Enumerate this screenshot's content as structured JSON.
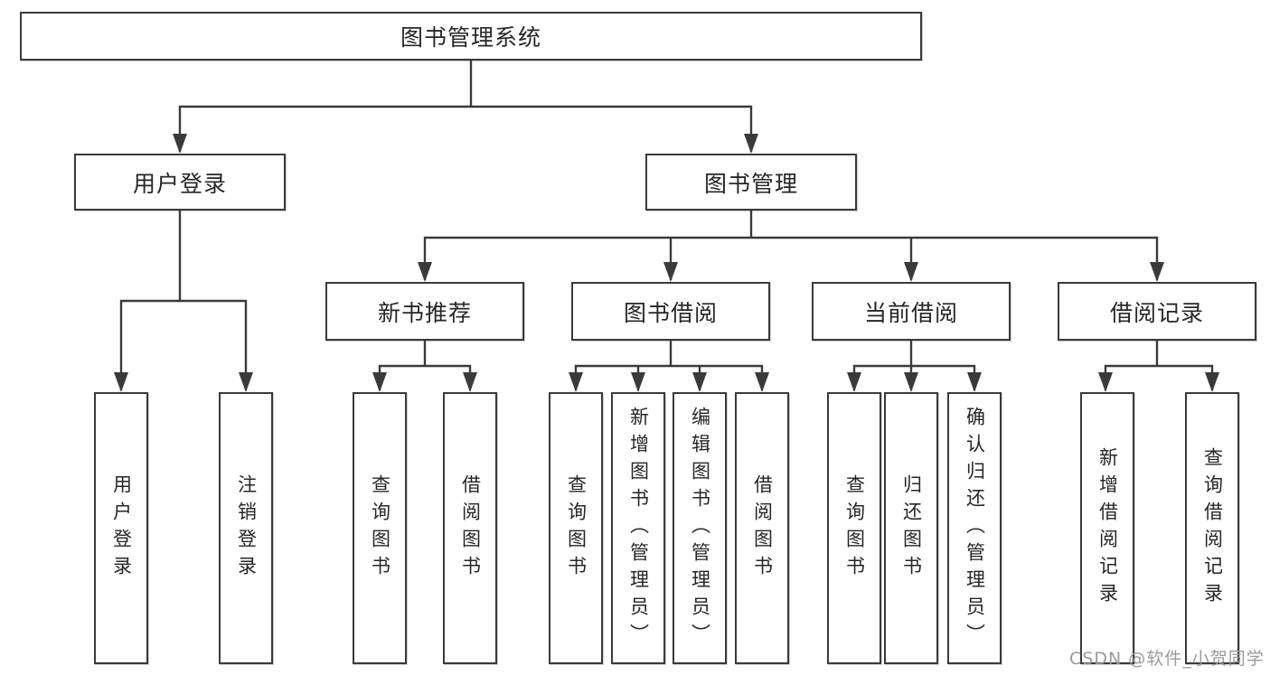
{
  "diagram": {
    "root": {
      "label": "图书管理系统"
    },
    "level2": [
      {
        "label": "用户登录"
      },
      {
        "label": "图书管理"
      }
    ],
    "user_login_children": [
      {
        "label": "用户登录"
      },
      {
        "label": "注销登录"
      }
    ],
    "book_mgmt_children": [
      {
        "label": "新书推荐"
      },
      {
        "label": "图书借阅"
      },
      {
        "label": "当前借阅"
      },
      {
        "label": "借阅记录"
      }
    ],
    "new_book_children": [
      {
        "label": "查询图书"
      },
      {
        "label": "借阅图书"
      }
    ],
    "book_borrow_children": [
      {
        "label": "查询图书"
      },
      {
        "label": "新增图书（管理员）"
      },
      {
        "label": "编辑图书（管理员）"
      },
      {
        "label": "借阅图书"
      }
    ],
    "current_borrow_children": [
      {
        "label": "查询图书"
      },
      {
        "label": "归还图书"
      },
      {
        "label": "确认归还（管理员）"
      }
    ],
    "borrow_record_children": [
      {
        "label": "新增借阅记录"
      },
      {
        "label": "查询借阅记录"
      }
    ]
  },
  "watermark": {
    "text": "CSDN @软件_小贺同学",
    "color": "#9a9a9a"
  },
  "colors": {
    "line": "#3a3a3a",
    "border": "#3a3a3a",
    "text": "#262626",
    "background": "#ffffff"
  }
}
